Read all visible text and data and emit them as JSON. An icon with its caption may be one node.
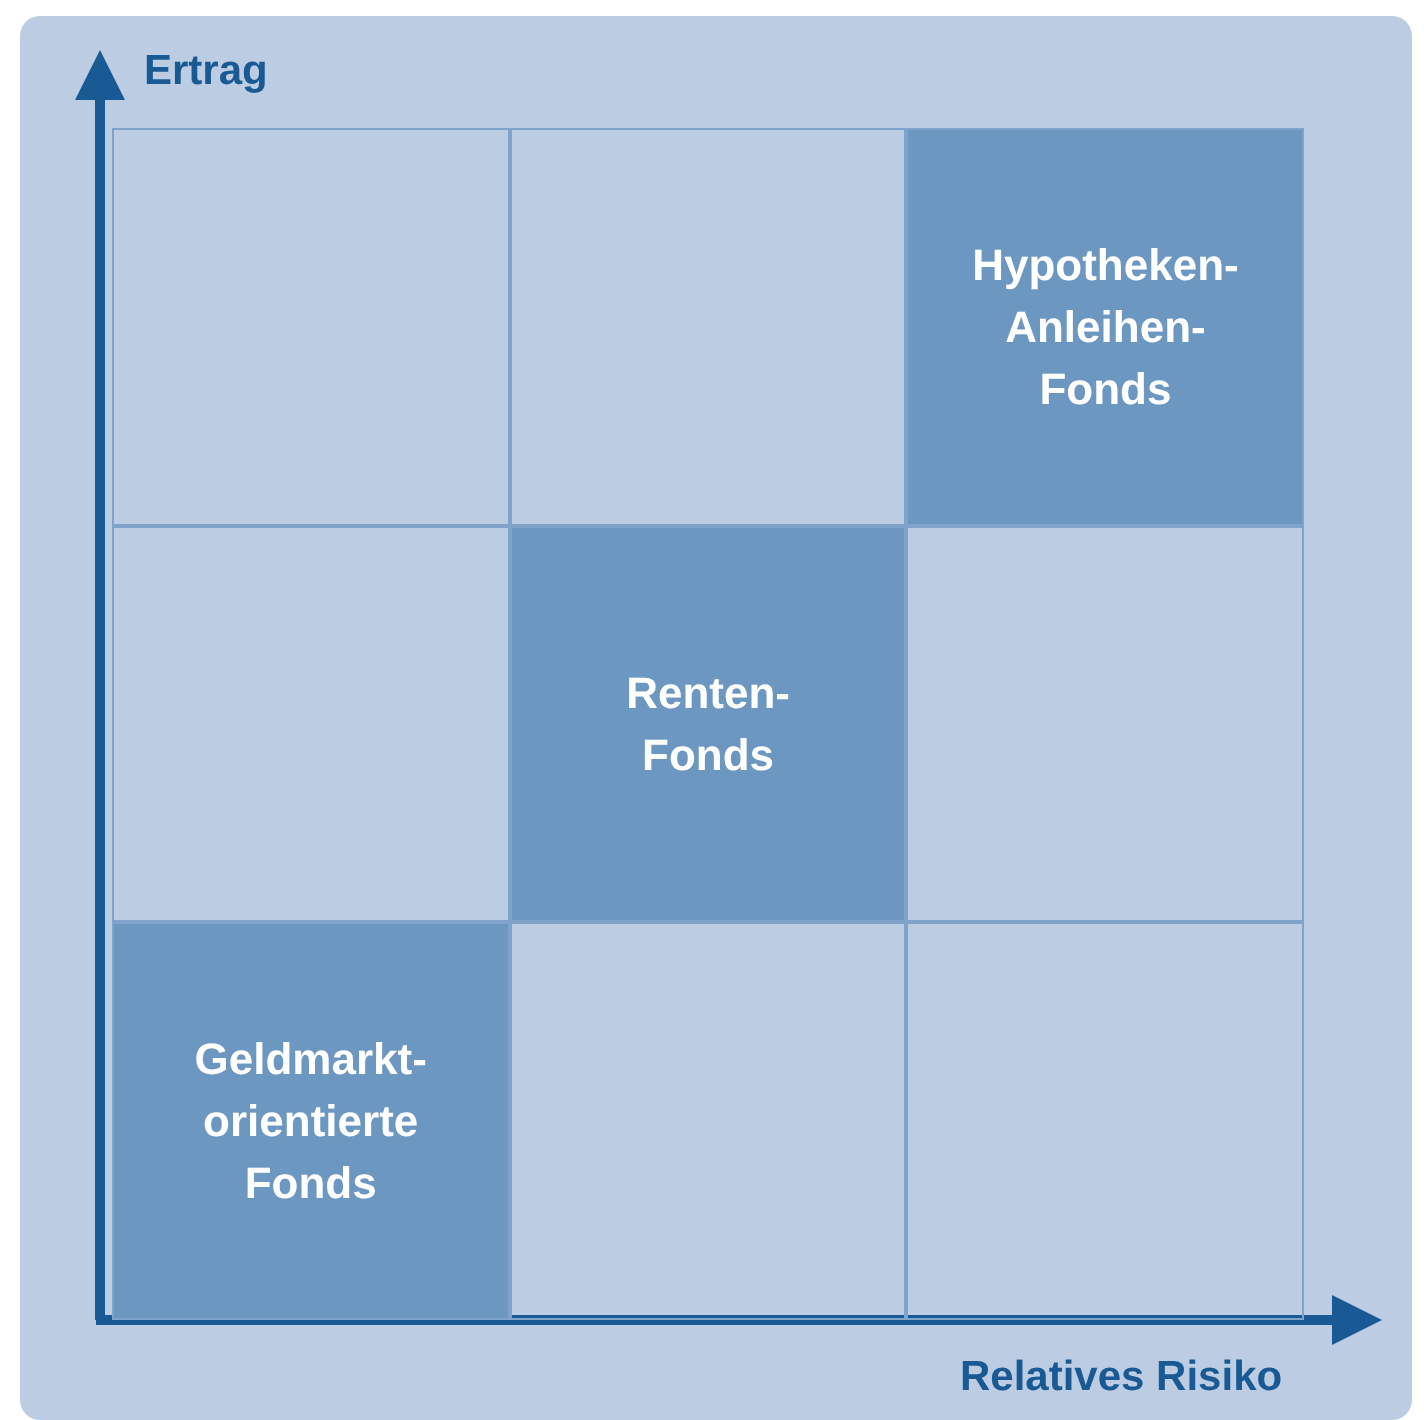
{
  "diagram": {
    "nodes": [
      {
        "text": [],
        "shape": "box"
      },
      {
        "text": [],
        "shape": "box"
      },
      {
        "text": [
          "Hypotheken- Anleihen- Fonds"
        ]
      },
      {
        "text": [],
        "shape": "box"
      },
      {
        "text": [
          "Renten- Fonds"
        ]
      },
      {
        "text": [],
        "shape": "box"
      },
      {
        "text": [
          "Geldmarkt- orientierte Fonds"
        ]
      },
      {
        "text": [],
        "shape": "box"
      },
      {
        "text": [],
        "shape": "box"
      }
    ],
    "edges": [],
    "labels": [
      "Ertrag",
      "Relatives Risiko"
    ]
  }
}
